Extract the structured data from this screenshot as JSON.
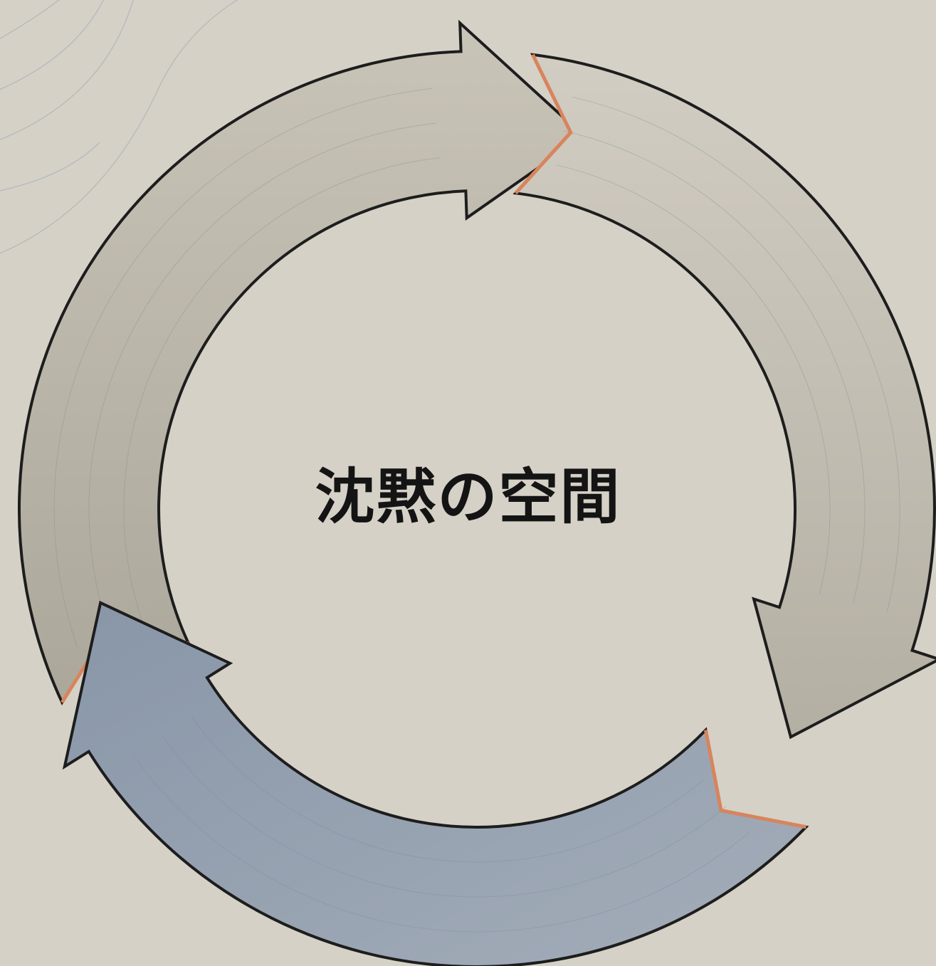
{
  "center_label": "沈黙の空間",
  "colors": {
    "background": "#d5d1c7",
    "arrow_gray": "#bdb8ac",
    "arrow_gray_light": "#cfcac0",
    "arrow_blue": "#8f9cac",
    "outline": "#1d1d1d",
    "joint_accent": "#d8845c",
    "contour_line": "#9aa6b4",
    "text": "#141414"
  },
  "arrows": [
    {
      "name": "cycle-arrow-left",
      "fill": "arrow_gray"
    },
    {
      "name": "cycle-arrow-right",
      "fill": "arrow_gray_light"
    },
    {
      "name": "cycle-arrow-bottom",
      "fill": "arrow_blue"
    }
  ]
}
